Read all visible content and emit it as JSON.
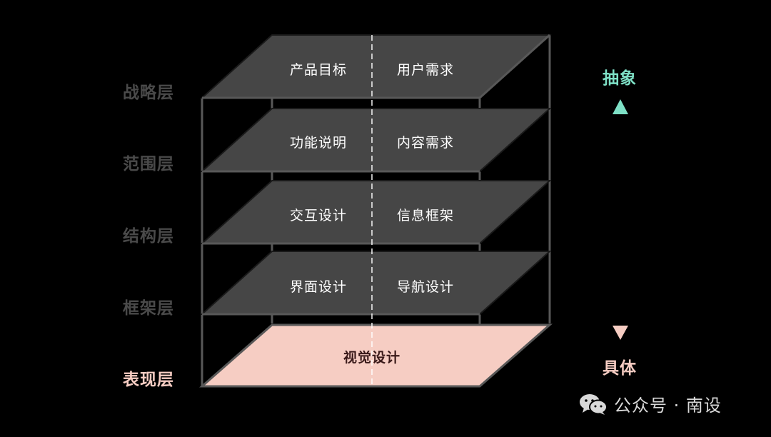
{
  "layers": [
    {
      "label": "战略层",
      "left": "产品目标",
      "right": "用户需求"
    },
    {
      "label": "范围层",
      "left": "功能说明",
      "right": "内容需求"
    },
    {
      "label": "结构层",
      "left": "交互设计",
      "right": "信息框架"
    },
    {
      "label": "框架层",
      "left": "界面设计",
      "right": "导航设计"
    },
    {
      "label": "表现层",
      "center": "视觉设计"
    }
  ],
  "axis": {
    "top": "抽象",
    "bottom": "具体"
  },
  "watermark": {
    "text": "公众号 · 南设",
    "icon": "wechat-icon"
  },
  "colors": {
    "background": "#000000",
    "plane": "#464646",
    "plane_edge": "#1a1a1a",
    "frame": "#585858",
    "bottom_plane": "#f6cdc3",
    "label_inactive": "#4a4a4a",
    "label_active": "#f6cdc3",
    "arrow_top": "#7ee0c6",
    "arrow_mid": "#9a9ab8",
    "arrow_bottom": "#f6cdc3"
  }
}
